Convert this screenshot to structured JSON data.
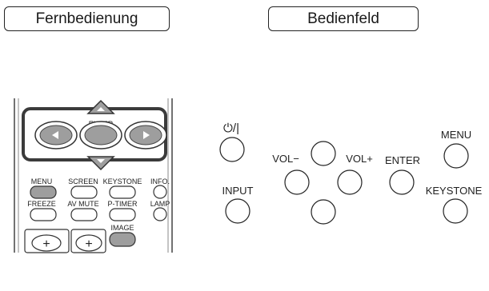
{
  "headers": {
    "remote": "Fernbedienung",
    "panel": "Bedienfeld"
  },
  "remote": {
    "enter": "ENTER",
    "row1": [
      "MENU",
      "SCREEN",
      "KEYSTONE",
      "INFO."
    ],
    "row2": [
      "FREEZE",
      "AV MUTE",
      "P-TIMER",
      "LAMP"
    ],
    "image": "IMAGE",
    "plus": "+",
    "colors": {
      "highlight": "#9e9e9e",
      "bezel": "#3b3b3b"
    }
  },
  "panel": {
    "power": "⏻/|",
    "input": "INPUT",
    "vol_minus": "VOL−",
    "vol_plus": "VOL+",
    "enter": "ENTER",
    "menu": "MENU",
    "keystone": "KEYSTONE"
  }
}
